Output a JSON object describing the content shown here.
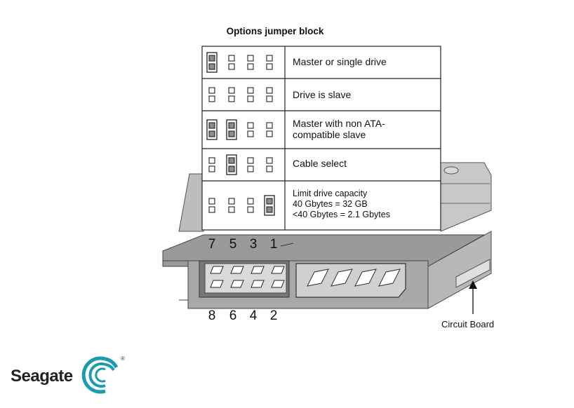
{
  "diagram": {
    "title": "Options jumper block",
    "rows": [
      {
        "label_lines": [
          "Master or single drive"
        ],
        "jumpers": [
          7
        ]
      },
      {
        "label_lines": [
          "Drive is slave"
        ],
        "jumpers": []
      },
      {
        "label_lines": [
          "Master with non ATA-",
          "compatible slave"
        ],
        "jumpers": [
          7,
          5
        ]
      },
      {
        "label_lines": [
          "Cable select"
        ],
        "jumpers": [
          5
        ]
      },
      {
        "label_lines": [
          "Limit drive capacity",
          "40 Gbytes = 32 GB",
          "<40 Gbytes = 2.1 Gbytes"
        ],
        "jumpers": [
          1
        ]
      }
    ],
    "pin_numbers_top": [
      "7",
      "5",
      "3",
      "1"
    ],
    "pin_numbers_bottom": [
      "8",
      "6",
      "4",
      "2"
    ],
    "circuit_board_label": "Circuit Board"
  },
  "logo": {
    "text": "Seagate",
    "registered": "®"
  },
  "colors": {
    "drive_gray": "#a0a0a0",
    "drive_dark": "#6e6e6e",
    "drive_light": "#d4d4d4",
    "jumper_fill": "#8c8c8c"
  }
}
